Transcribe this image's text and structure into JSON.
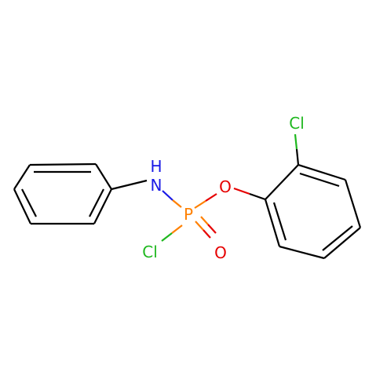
{
  "molecule": {
    "atoms": {
      "nh": {
        "text": "N",
        "h_text": "H",
        "color": "#1a1ae6"
      },
      "p": {
        "text": "P",
        "color": "#ff8000"
      },
      "o_ether": {
        "text": "O",
        "color": "#e60000"
      },
      "o_double": {
        "text": "O",
        "color": "#e60000"
      },
      "cl_p": {
        "text": "Cl",
        "color": "#1fb81f"
      },
      "cl_ring": {
        "text": "Cl",
        "color": "#1fb81f"
      }
    }
  }
}
